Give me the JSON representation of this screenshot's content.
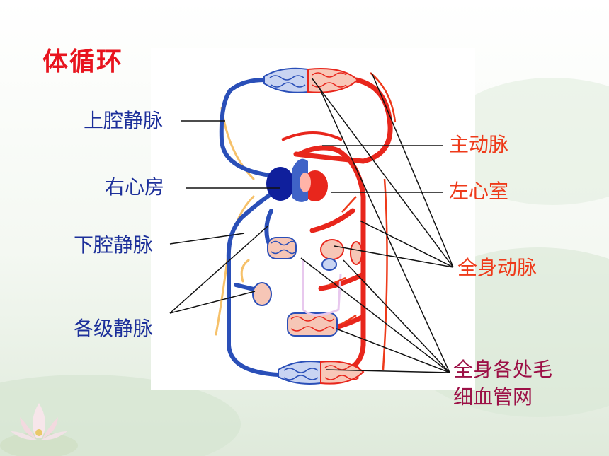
{
  "title": "体循环",
  "labels": {
    "superior_vena_cava": "上腔静脉",
    "right_atrium": "右心房",
    "inferior_vena_cava": "下腔静脉",
    "veins": "各级静脉",
    "aorta": "主动脉",
    "left_ventricle": "左心室",
    "arteries": "全身动脉",
    "capillaries_line1": "全身各处毛",
    "capillaries_line2": "细血管网"
  },
  "colors": {
    "title": "#e8141e",
    "vein_label": "#1c2f9a",
    "artery_label": "#ee3a1a",
    "capillary_label": "#9c1046",
    "vein": "#2a4fb8",
    "artery": "#e8261c",
    "flow_arrow": "#f6c16a"
  }
}
